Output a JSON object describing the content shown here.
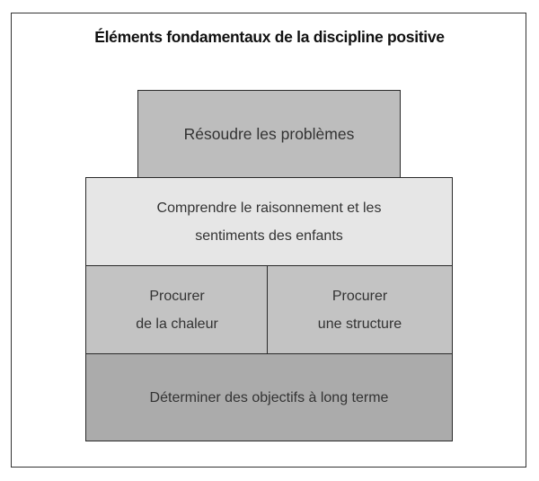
{
  "title": "Éléments fondamentaux de la discipline positive",
  "blocks": {
    "top": {
      "lines": [
        "Résoudre les problèmes"
      ],
      "color": "#bdbdbd"
    },
    "middle": {
      "lines": [
        "Comprendre le raisonnement et les",
        "sentiments des enfants"
      ],
      "color": "#e6e6e6"
    },
    "left": {
      "lines": [
        "Procurer",
        "de la chaleur"
      ],
      "color": "#c3c3c3"
    },
    "right": {
      "lines": [
        "Procurer",
        "une structure"
      ],
      "color": "#c3c3c3"
    },
    "base": {
      "lines": [
        "Déterminer des objectifs à long terme"
      ],
      "color": "#ababab"
    }
  }
}
